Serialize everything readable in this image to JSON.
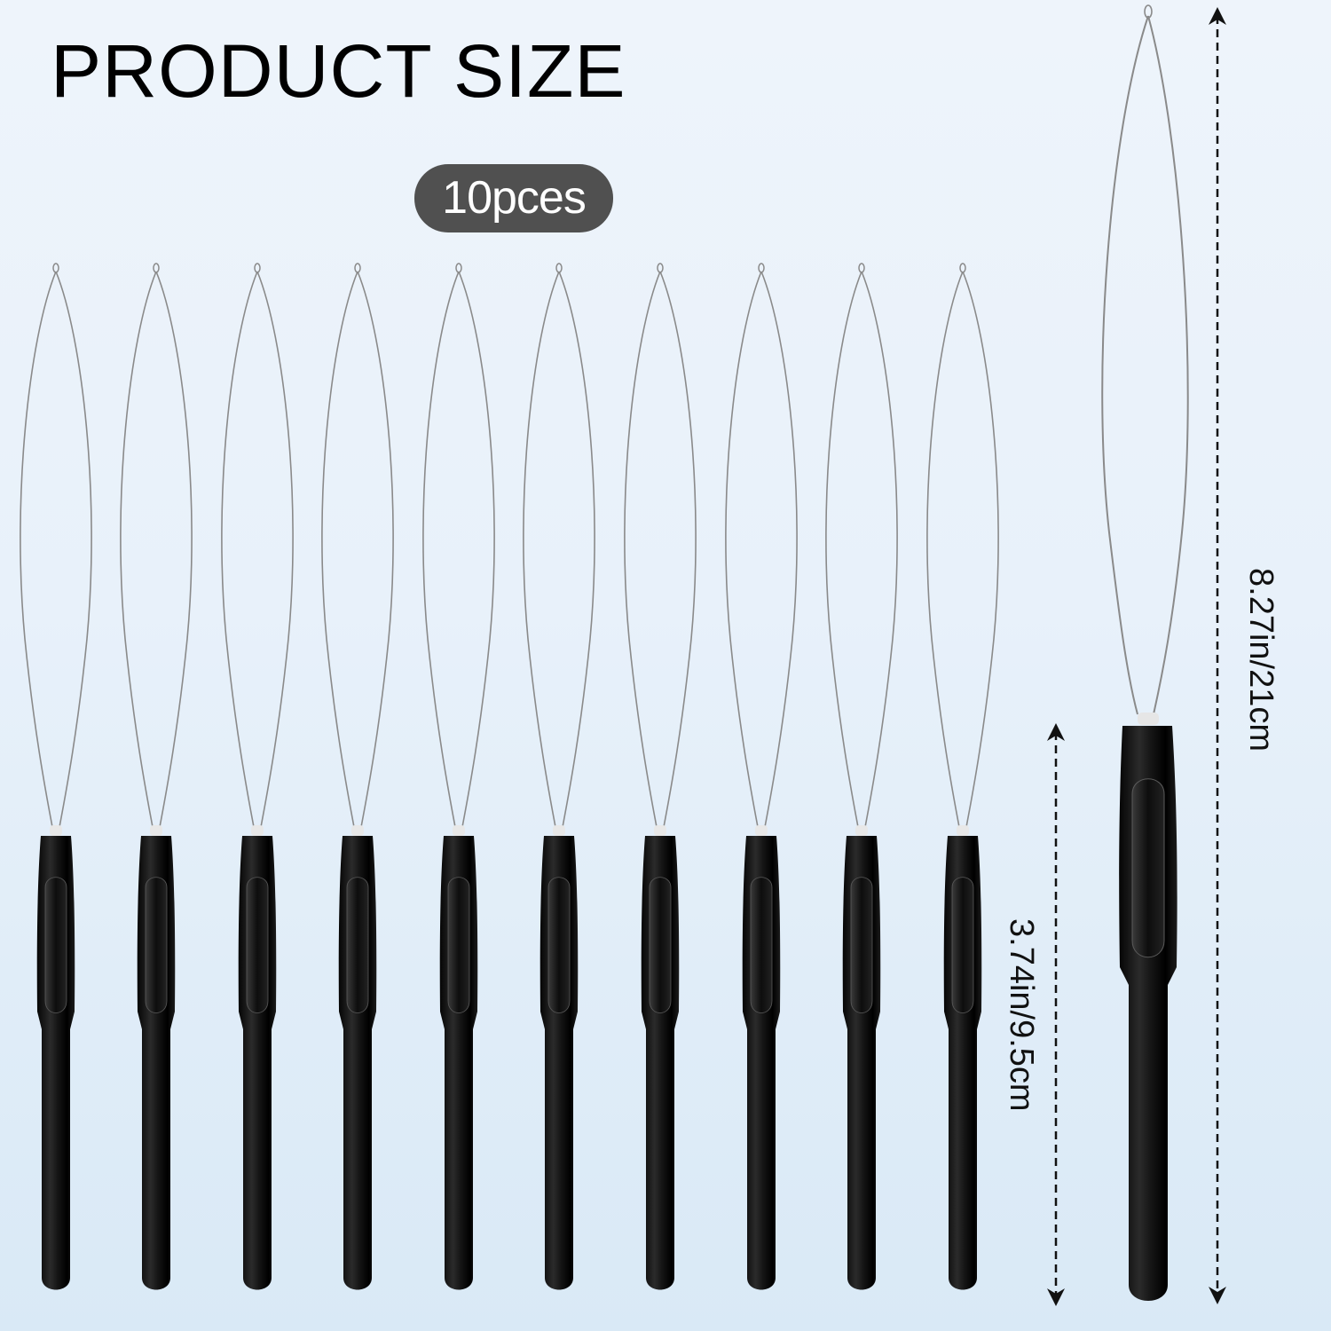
{
  "title": "PRODUCT SIZE",
  "badge": {
    "label": "10pces"
  },
  "dimensions": {
    "handle_length": "3.74in/9.5cm",
    "total_length": "8.27in/21cm"
  },
  "product": {
    "item_count": 10,
    "handle_color": "#111111",
    "wire_color": "#8a8a8a"
  },
  "colors": {
    "background_top": "#eef4fb",
    "background_bottom": "#d9e9f6",
    "badge_bg": "#505050",
    "badge_text": "#ffffff",
    "title_text": "#000000"
  }
}
